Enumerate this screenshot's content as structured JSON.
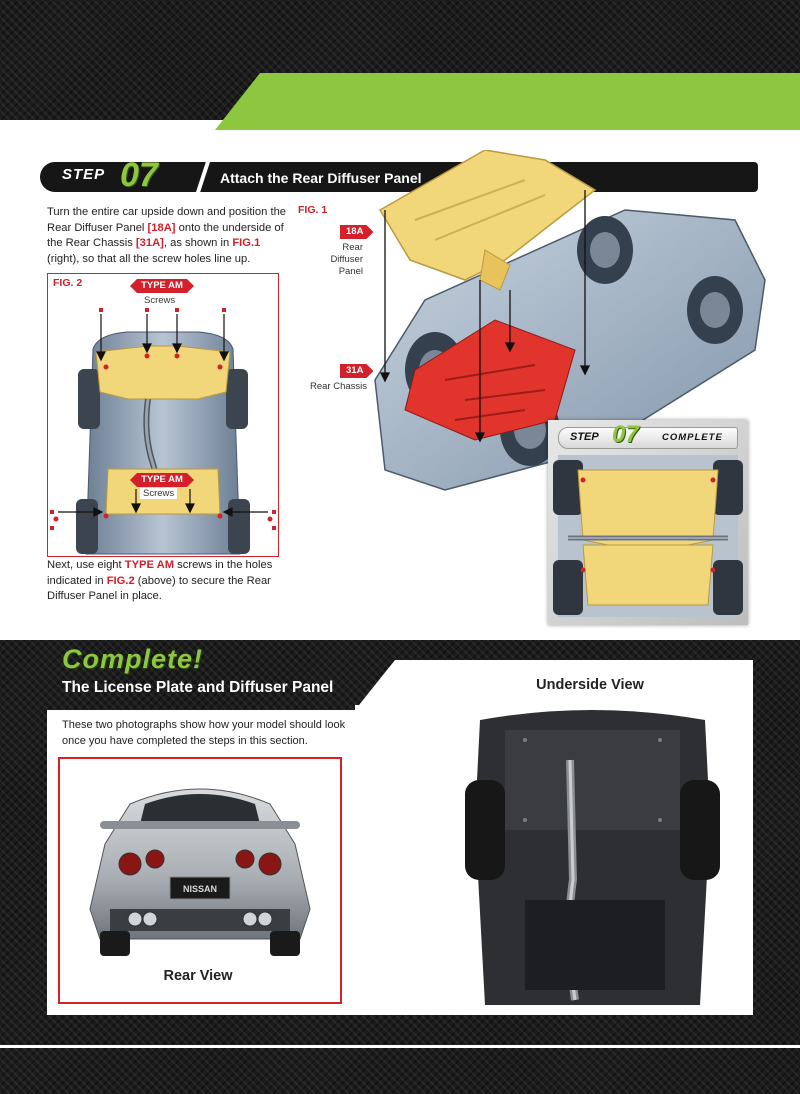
{
  "step": {
    "word": "STEP",
    "number": "07",
    "title": "Attach the Rear Diffuser Panel"
  },
  "intro": {
    "part1": "Turn the entire car upside down and position the Rear Diffuser Panel ",
    "ref1": "[18A]",
    "part2": " onto the underside of the Rear Chassis ",
    "ref2": "[31A]",
    "part3": ", as shown in ",
    "ref3": "FIG.1",
    "part4": " (right), so that all the screw holes line up."
  },
  "fig2": {
    "label": "FIG. 2",
    "tag_top": "TYPE AM",
    "caption_top": "Screws",
    "tag_bottom": "TYPE AM",
    "caption_bottom": "Screws"
  },
  "fig1": {
    "label": "FIG. 1",
    "part_a_tag": "18A",
    "part_a_name_l1": "Rear Diffuser",
    "part_a_name_l2": "Panel",
    "part_b_tag": "31A",
    "part_b_name": "Rear Chassis"
  },
  "next_text": {
    "part1": "Next, use eight ",
    "ref1": "TYPE AM",
    "part2": " screws in the holes indicated in ",
    "ref2": "FIG.2",
    "part3": " (above) to secure the Rear Diffuser Panel in place."
  },
  "complete_badge": {
    "word": "STEP",
    "number": "07",
    "label": "COMPLETE"
  },
  "complete_section": {
    "headline": "Complete!",
    "title": "The License Plate and Diffuser Panel",
    "intro": "These two photographs show how your model should look once you have completed the steps in this section.",
    "rear_label": "Rear View",
    "rear_plate": "NISSAN",
    "under_label": "Underside View"
  },
  "colors": {
    "accent_green": "#8dc63f",
    "accent_red": "#d3202a",
    "part_yellow": "#f2d67a",
    "chassis_red": "#e0342c",
    "carbon_dark": "#1c1c1c"
  }
}
